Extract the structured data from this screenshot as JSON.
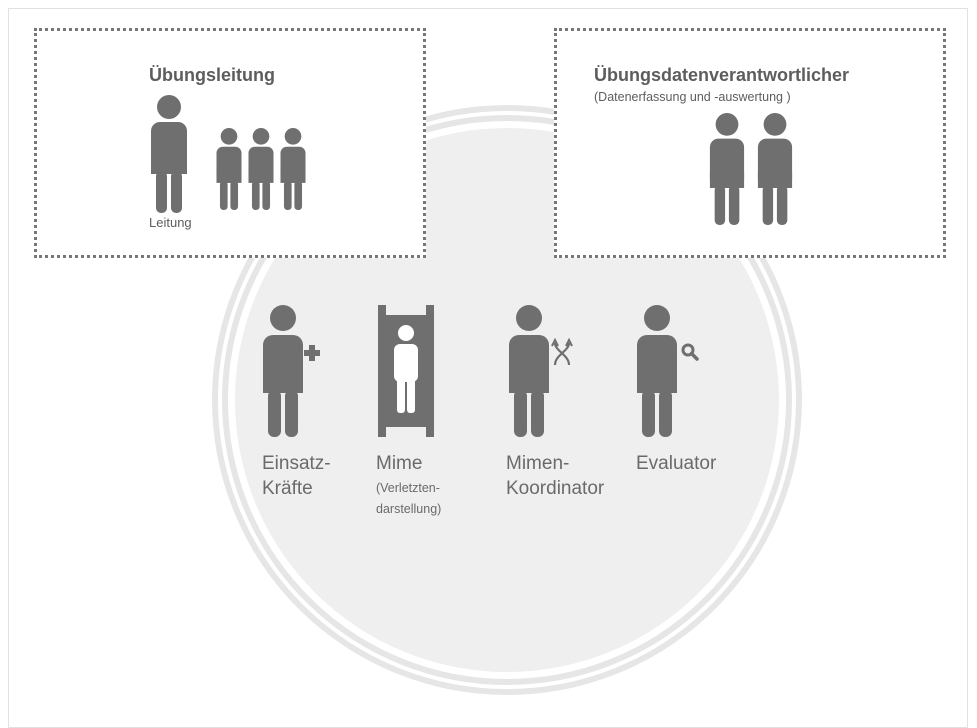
{
  "colors": {
    "figure": "#6f6f6f",
    "circle_fill": "#efefef",
    "circle_ring": "#e6e6e6",
    "box_border": "#777777"
  },
  "boxes": {
    "leitung": {
      "title": "Übungsleitung",
      "lead_label": "Leitung"
    },
    "daten": {
      "title": "Übungsdatenverantwortlicher",
      "subtitle": "(Datenerfassung und -auswertung )"
    }
  },
  "roles": {
    "einsatz": {
      "line1": "Einsatz-",
      "line2": "Kräfte",
      "icon": "person-plus-icon"
    },
    "mime": {
      "line1": "Mime",
      "sub1": "(Verletzten-",
      "sub2": "darstellung)",
      "icon": "person-on-stretcher-icon"
    },
    "koordinator": {
      "line1": "Mimen-",
      "line2": "Koordinator",
      "icon": "person-swap-icon"
    },
    "evaluator": {
      "line1": "Evaluator",
      "icon": "person-search-icon"
    }
  }
}
